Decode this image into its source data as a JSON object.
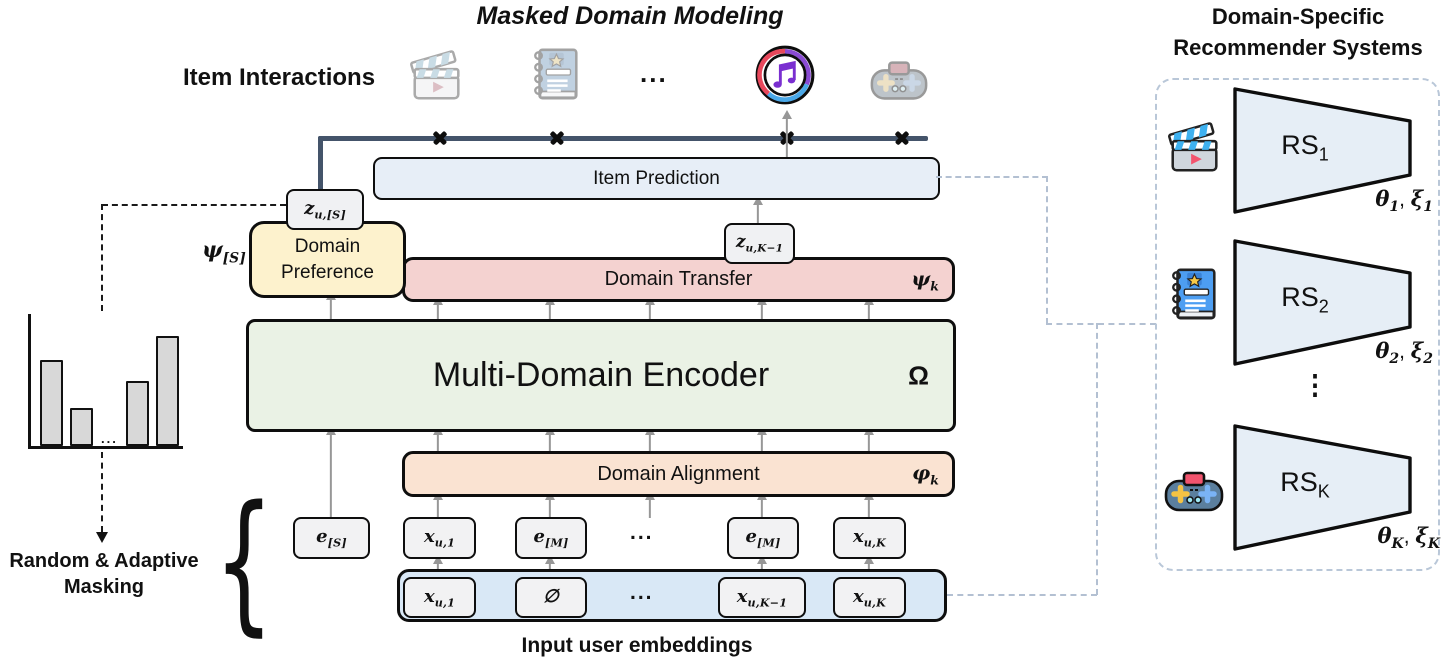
{
  "title": "Masked Domain Modeling",
  "item_interactions": "Item Interactions",
  "top_icons_ellipsis": "...",
  "masking": {
    "label_line1": "Random & Adaptive",
    "label_line2": "Masking",
    "brace": "{",
    "histogram_bars": [
      86,
      38,
      65,
      110
    ],
    "histogram_ellipsis": "..."
  },
  "blocks": {
    "item_prediction": {
      "label": "Item Prediction"
    },
    "domain_preference": {
      "line1": "Domain",
      "line2": "Preference"
    },
    "domain_transfer": {
      "label": "Domain Transfer"
    },
    "encoder": {
      "label": "Multi-Domain Encoder",
      "param": "Ω"
    },
    "domain_alignment": {
      "label": "Domain Alignment"
    }
  },
  "params": {
    "psi_S": {
      "main": "ψ",
      "sub": "[S]"
    },
    "psi_k": {
      "main": "ψ",
      "sub": "k"
    },
    "phi_k": {
      "main": "φ",
      "sub": "k"
    }
  },
  "latents": {
    "z_S": {
      "main": "z",
      "sub": "u,[S]"
    },
    "z_K1": {
      "main": "z",
      "sub": "u,K−1"
    }
  },
  "embedding_row": [
    {
      "main": "e",
      "sub": "[S]"
    },
    {
      "main": "x",
      "sub": "u,1"
    },
    {
      "main": "e",
      "sub": "[M]"
    },
    {
      "ellipsis": "..."
    },
    {
      "main": "e",
      "sub": "[M]"
    },
    {
      "main": "x",
      "sub": "u,K"
    }
  ],
  "input_row": [
    {
      "main": "x",
      "sub": "u,1"
    },
    {
      "main": "∅",
      "sub": ""
    },
    {
      "ellipsis": "..."
    },
    {
      "main": "x",
      "sub": "u,K−1"
    },
    {
      "main": "x",
      "sub": "u,K"
    }
  ],
  "input_caption": "Input user embeddings",
  "right_panel": {
    "title_line1": "Domain-Specific",
    "title_line2": "Recommender Systems",
    "vertical_ellipsis": "⋮",
    "systems": [
      {
        "name": "RS",
        "name_sub": "1",
        "theta": "θ",
        "theta_sub": "1",
        "comma": ", ",
        "xi": "ξ",
        "xi_sub": "1",
        "icon": "movie-clapperboard-icon"
      },
      {
        "name": "RS",
        "name_sub": "2",
        "theta": "θ",
        "theta_sub": "2",
        "comma": ", ",
        "xi": "ξ",
        "xi_sub": "2",
        "icon": "notebook-icon"
      },
      {
        "name": "RS",
        "name_sub": "K",
        "theta": "θ",
        "theta_sub": "K",
        "comma": ", ",
        "xi": "ξ",
        "xi_sub": "K",
        "icon": "game-controller-icon"
      }
    ]
  },
  "icons": {
    "movie": "movie-clapperboard-icon",
    "notebook": "notebook-icon",
    "music": "music-note-icon",
    "game": "game-controller-icon"
  },
  "colors": {
    "dark_line": "#44546a",
    "item_prediction_fill": "#e7eef7",
    "preference_fill": "#fdf2cd",
    "transfer_fill": "#f4d2d0",
    "encoder_fill": "#eaf2e5",
    "alignment_fill": "#fae3d2",
    "token_fill": "#f2f2f3",
    "input_container_fill": "#d9e8f6",
    "connector_dash": "#b3c0d2",
    "histogram_bar": "#d8d8d8",
    "trapezoid_fill": "#e6eef6"
  }
}
